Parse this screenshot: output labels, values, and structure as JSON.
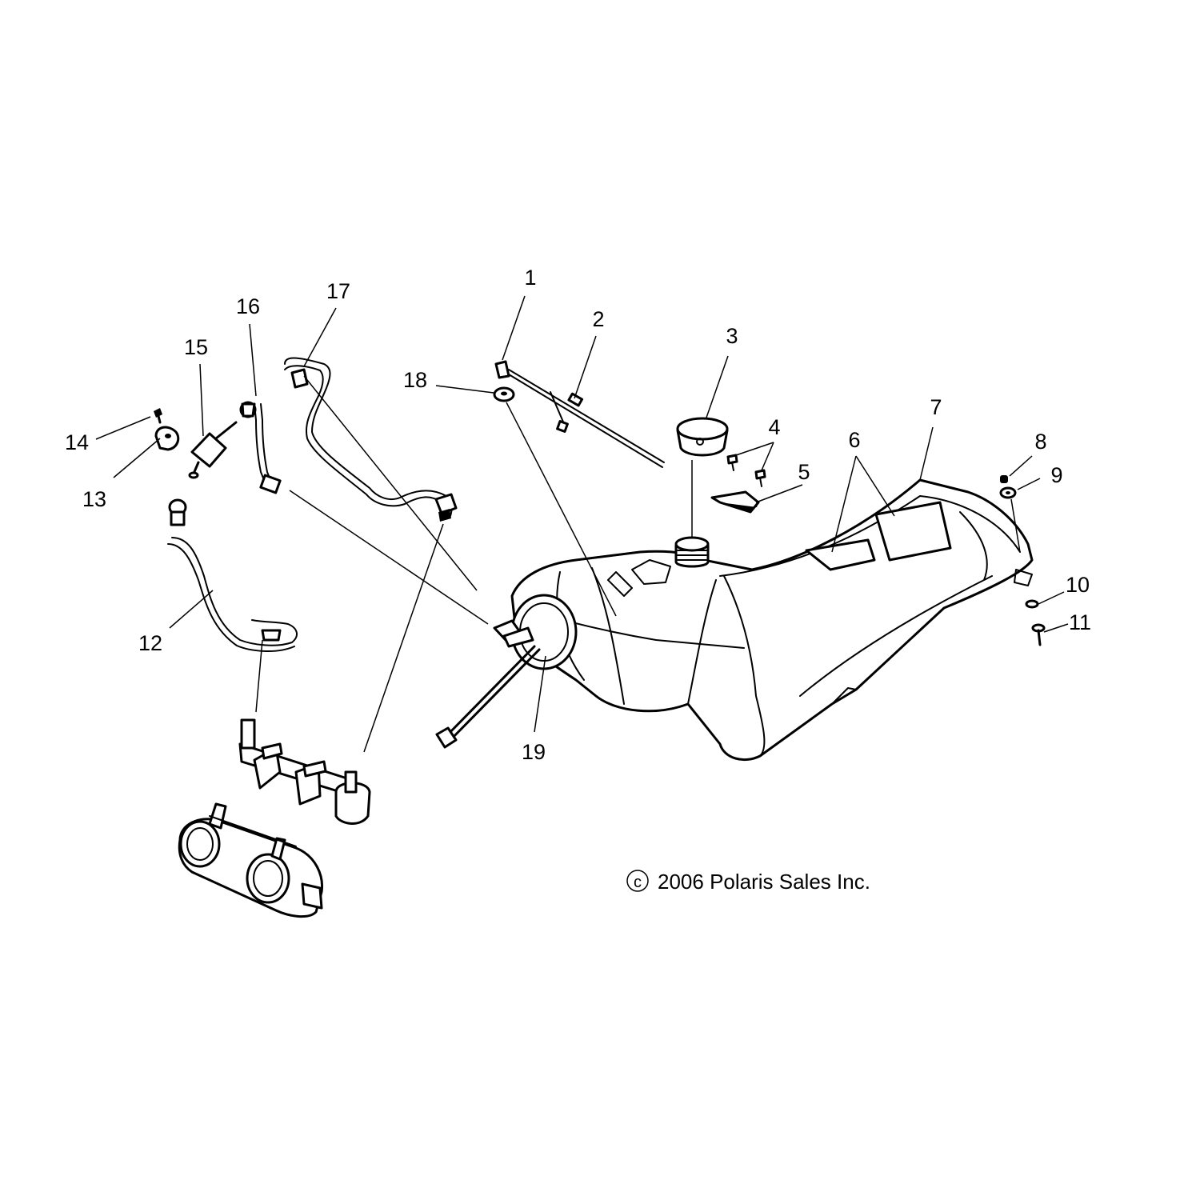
{
  "callouts": [
    {
      "id": "1",
      "label": "1"
    },
    {
      "id": "2",
      "label": "2"
    },
    {
      "id": "3",
      "label": "3"
    },
    {
      "id": "4",
      "label": "4"
    },
    {
      "id": "5",
      "label": "5"
    },
    {
      "id": "6",
      "label": "6"
    },
    {
      "id": "7",
      "label": "7"
    },
    {
      "id": "8",
      "label": "8"
    },
    {
      "id": "9",
      "label": "9"
    },
    {
      "id": "10",
      "label": "10"
    },
    {
      "id": "11",
      "label": "11"
    },
    {
      "id": "12",
      "label": "12"
    },
    {
      "id": "13",
      "label": "13"
    },
    {
      "id": "14",
      "label": "14"
    },
    {
      "id": "15",
      "label": "15"
    },
    {
      "id": "16",
      "label": "16"
    },
    {
      "id": "17",
      "label": "17"
    },
    {
      "id": "18",
      "label": "18"
    },
    {
      "id": "19",
      "label": "19"
    }
  ],
  "copyright": {
    "symbol": "c",
    "text": "2006 Polaris Sales Inc."
  }
}
